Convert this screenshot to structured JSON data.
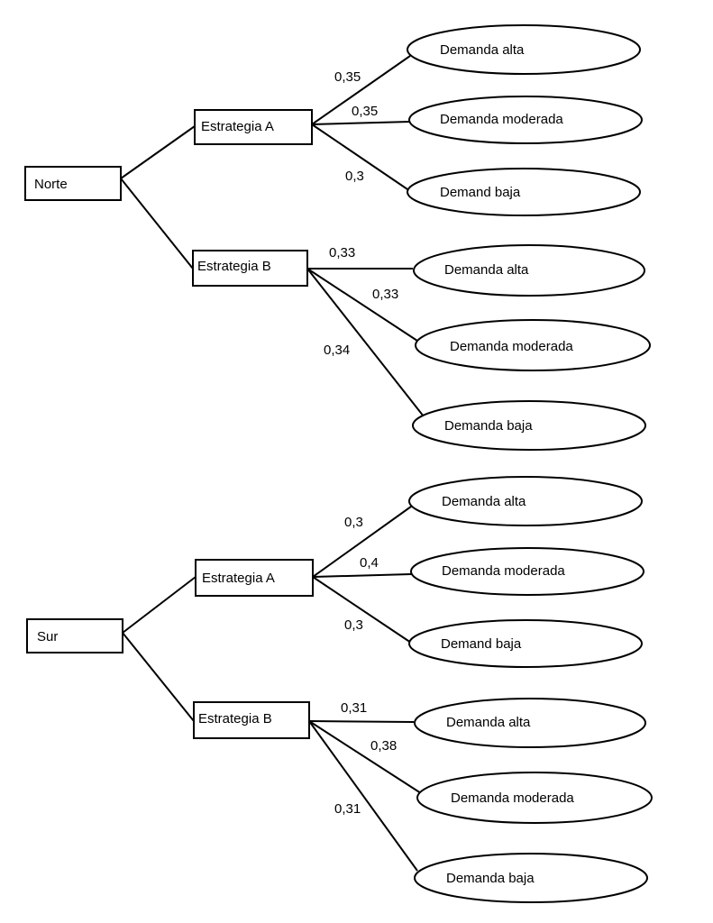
{
  "colors": {
    "stroke": "#000000",
    "background": "#ffffff"
  },
  "trees": [
    {
      "root": "Norte",
      "strategies": [
        {
          "label": "Estrategia A",
          "outcomes": [
            {
              "label": "Demanda alta",
              "prob": "0,35"
            },
            {
              "label": "Demanda moderada",
              "prob": "0,35"
            },
            {
              "label": "Demand baja",
              "prob": "0,3"
            }
          ]
        },
        {
          "label": "Estrategia B",
          "outcomes": [
            {
              "label": "Demanda alta",
              "prob": "0,33"
            },
            {
              "label": "Demanda moderada",
              "prob": "0,33"
            },
            {
              "label": "Demanda baja",
              "prob": "0,34"
            }
          ]
        }
      ]
    },
    {
      "root": "Sur",
      "strategies": [
        {
          "label": "Estrategia A",
          "outcomes": [
            {
              "label": "Demanda alta",
              "prob": "0,3"
            },
            {
              "label": "Demanda moderada",
              "prob": "0,4"
            },
            {
              "label": "Demand baja",
              "prob": "0,3"
            }
          ]
        },
        {
          "label": "Estrategia B",
          "outcomes": [
            {
              "label": "Demanda alta",
              "prob": "0,31"
            },
            {
              "label": "Demanda moderada",
              "prob": "0,38"
            },
            {
              "label": "Demanda baja",
              "prob": "0,31"
            }
          ]
        }
      ]
    }
  ]
}
